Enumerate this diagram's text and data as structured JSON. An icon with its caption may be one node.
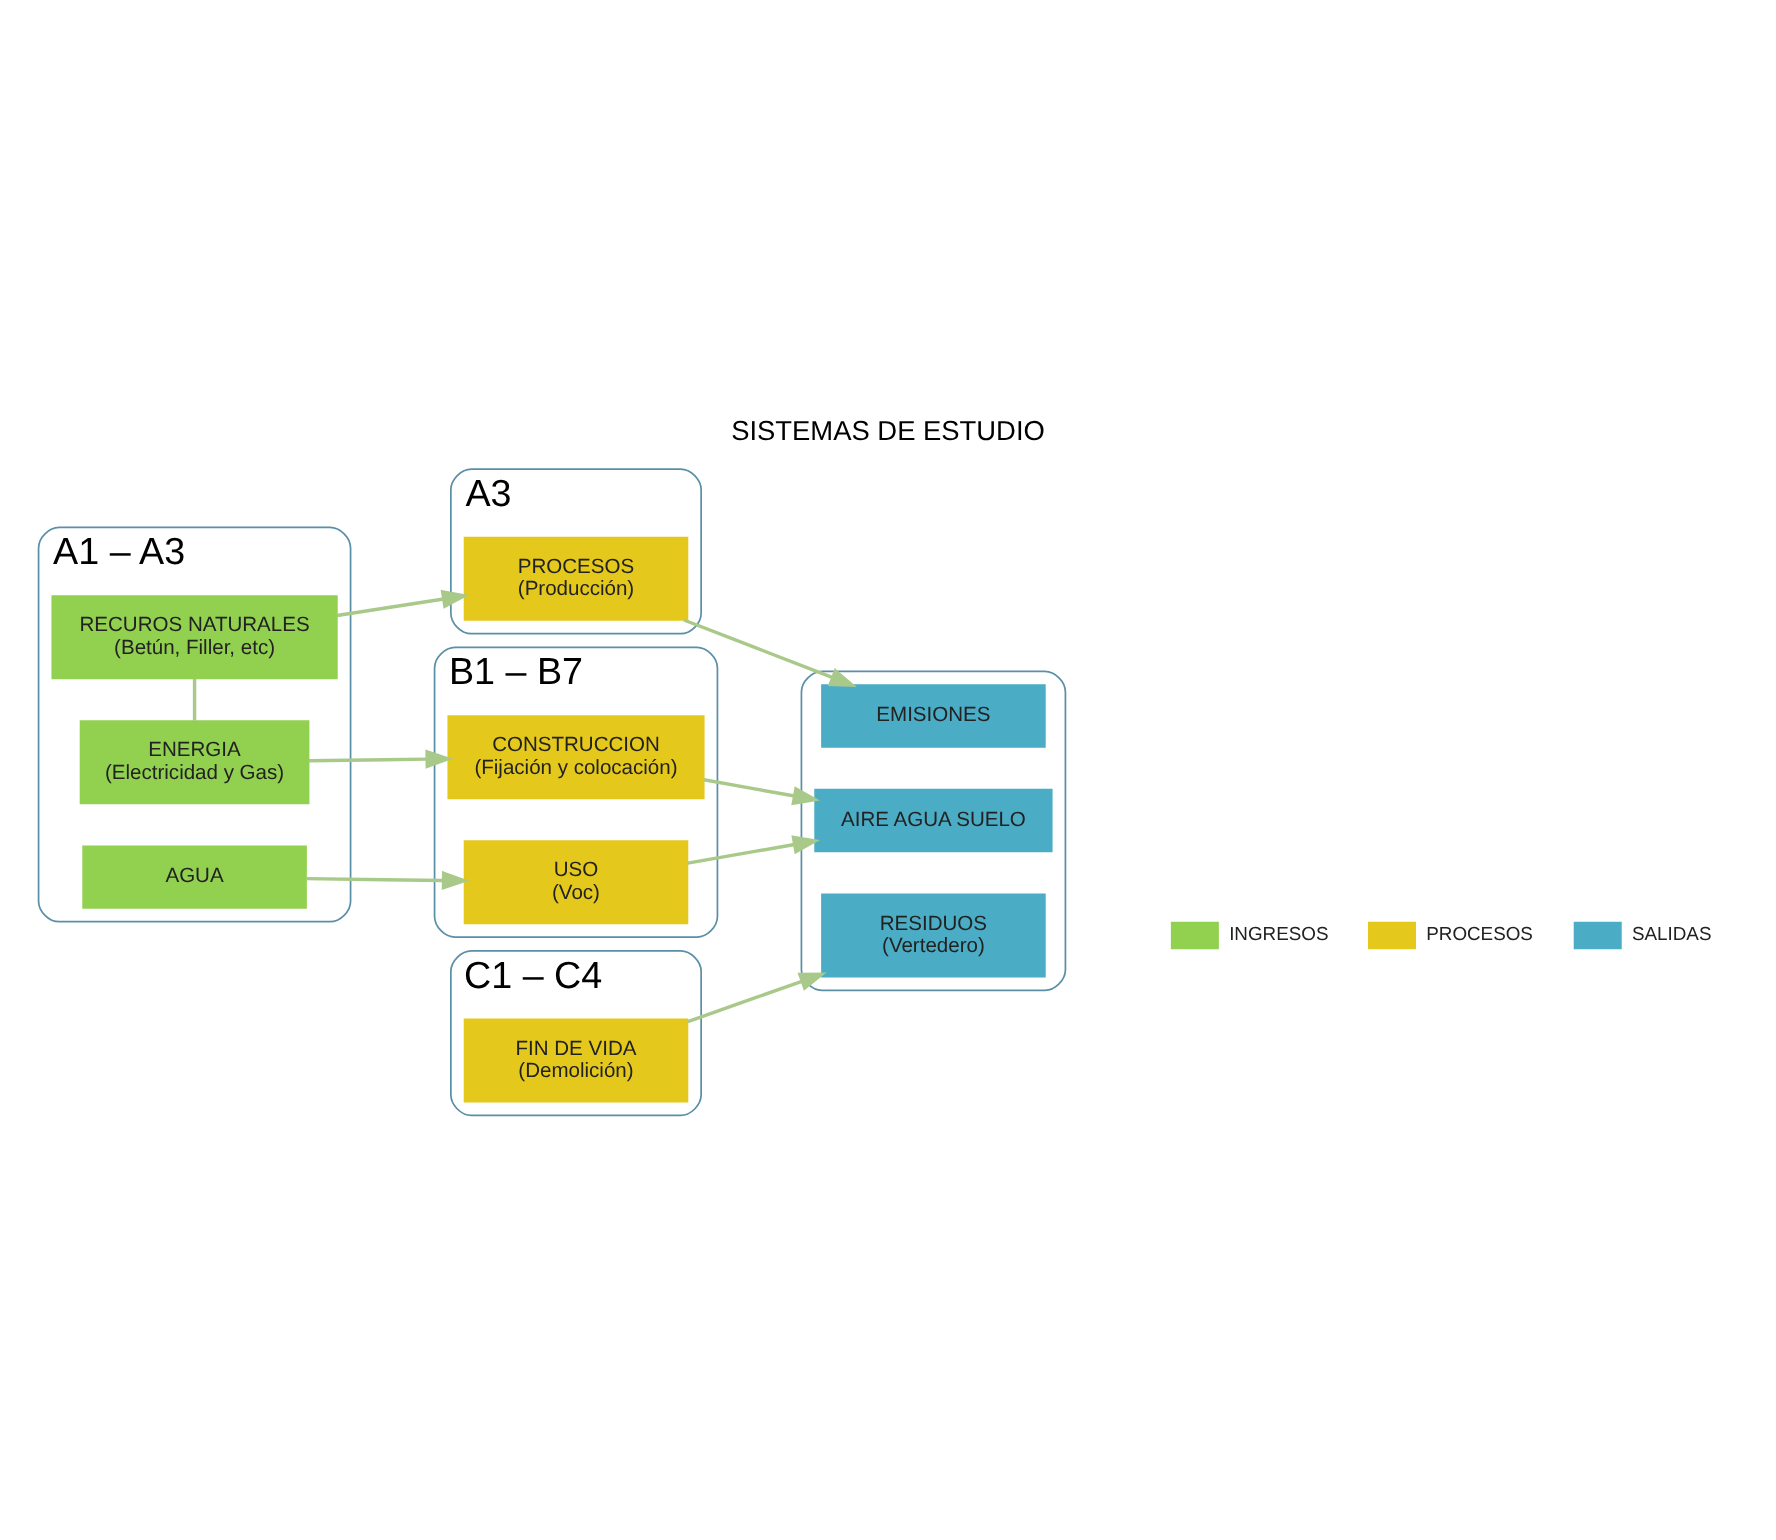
{
  "diagram": {
    "title": "SISTEMAS DE ESTUDIO",
    "nodes": [
      {
        "text": [
          "A1 – A3"
        ]
      },
      {
        "text": [
          "RECUROS NATURALES",
          "(Betún, Filler, etc)"
        ],
        "in": 0
      },
      {
        "text": [
          "ENERGIA",
          "(Electricidad y Gas)"
        ],
        "in": 0
      },
      {
        "text": [
          "AGUA"
        ],
        "in": 0
      },
      {
        "text": [
          "A3"
        ]
      },
      {
        "text": [
          "PROCESOS",
          "(Producción)"
        ],
        "in": 4
      },
      {
        "text": [
          "B1 – B7"
        ]
      },
      {
        "text": [
          "CONSTRUCCION",
          "(Fijación y colocación)"
        ],
        "in": 6
      },
      {
        "text": [
          "USO",
          "(Voc)"
        ],
        "in": 6
      },
      {
        "text": [
          "C1 – C4"
        ]
      },
      {
        "text": [
          "FIN DE VIDA",
          "(Demolición)"
        ],
        "in": 9
      },
      {
        "text": [],
        "shape": "box"
      },
      {
        "text": [
          "EMISIONES"
        ],
        "in": 11
      },
      {
        "text": [
          "AIRE AGUA SUELO"
        ],
        "in": 11
      },
      {
        "text": [
          "RESIDUOS",
          "(Vertedero)"
        ],
        "in": 11
      }
    ],
    "edges": [
      {
        "from": 1,
        "to": 2,
        "arrow": "none"
      },
      {
        "from": 1,
        "to": 5,
        "arrow": "to"
      },
      {
        "from": 2,
        "to": 7,
        "arrow": "to"
      },
      {
        "from": 3,
        "to": 8,
        "arrow": "to"
      },
      {
        "from": 5,
        "to": 12,
        "arrow": "to"
      },
      {
        "from": 7,
        "to": 13,
        "arrow": "to"
      },
      {
        "from": 8,
        "to": 13,
        "arrow": "to"
      },
      {
        "from": 10,
        "to": 14,
        "arrow": "to"
      }
    ],
    "legend": [
      {
        "text": "INGRESOS",
        "color": "#92d050"
      },
      {
        "text": "PROCESOS",
        "color": "#e5c81c"
      },
      {
        "text": "SALIDAS",
        "color": "#4bacc6"
      }
    ]
  }
}
